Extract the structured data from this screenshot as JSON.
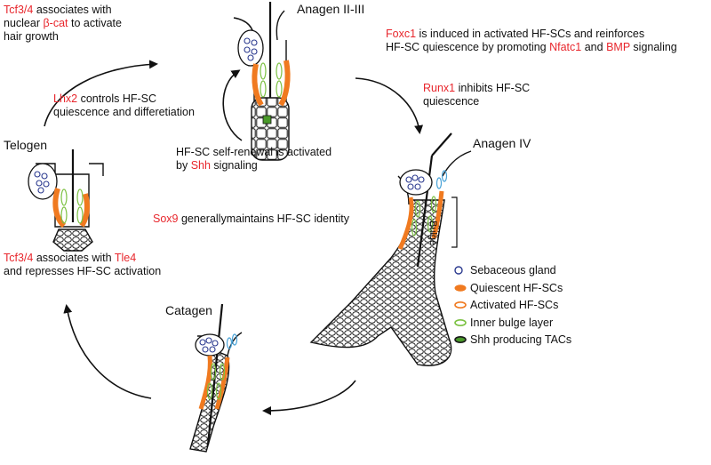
{
  "stages": {
    "anagen_2_3": "Anagen II-III",
    "telogen": "Telogen",
    "anagen_4": "Anagen IV",
    "catagen": "Catagen"
  },
  "annotations": {
    "tcf_active": [
      [
        {
          "t": "Tcf3/4",
          "red": true
        },
        {
          "t": " associates with",
          "red": false
        }
      ],
      [
        {
          "t": "nuclear ",
          "red": false
        },
        {
          "t": "β-cat",
          "red": true
        },
        {
          "t": " to activate",
          "red": false
        }
      ],
      [
        {
          "t": "hair growth",
          "red": false
        }
      ]
    ],
    "lhx2": [
      [
        {
          "t": "Lhx2",
          "red": true
        },
        {
          "t": " controls HF-SC",
          "red": false
        }
      ],
      [
        {
          "t": "quiescence and differetiation",
          "red": false
        }
      ]
    ],
    "shh": [
      [
        {
          "t": "HF-SC self-renewal is activated",
          "red": false
        }
      ],
      [
        {
          "t": "by ",
          "red": false
        },
        {
          "t": "Shh",
          "red": true
        },
        {
          "t": " signaling",
          "red": false
        }
      ]
    ],
    "foxc1": [
      [
        {
          "t": "Foxc1",
          "red": true
        },
        {
          "t": " is induced in activated HF-SCs and reinforces",
          "red": false
        }
      ],
      [
        {
          "t": "HF-SC quiescence by promoting ",
          "red": false
        },
        {
          "t": "Nfatc1",
          "red": true
        },
        {
          "t": " and ",
          "red": false
        },
        {
          "t": "BMP",
          "red": true
        },
        {
          "t": " signaling",
          "red": false
        }
      ]
    ],
    "runx1": [
      [
        {
          "t": "Runx1",
          "red": true
        },
        {
          "t": " inhibits HF-SC",
          "red": false
        }
      ],
      [
        {
          "t": "quiescence",
          "red": false
        }
      ]
    ],
    "sox9": [
      [
        {
          "t": "Sox9",
          "red": true
        },
        {
          "t": " generallymaintains HF-SC identity",
          "red": false
        }
      ]
    ],
    "tle4": [
      [
        {
          "t": "Tcf3/4",
          "red": true
        },
        {
          "t": " associates with ",
          "red": false
        },
        {
          "t": "Tle4",
          "red": true
        }
      ],
      [
        {
          "t": "and represses HF-SC activation",
          "red": false
        }
      ]
    ]
  },
  "bulge_label": "Bulge",
  "legend": [
    {
      "label": "Sebaceous gland",
      "swatch": "sebaceous",
      "stroke": "#2b3a8f",
      "fill": "#ffffff"
    },
    {
      "label": "Quiescent HF-SCs",
      "swatch": "quiescent",
      "stroke": "#f07a20",
      "fill": "#f07a20"
    },
    {
      "label": "Activated HF-SCs",
      "swatch": "activated",
      "stroke": "#f07a20",
      "fill": "#ffffff"
    },
    {
      "label": "Inner bulge layer",
      "swatch": "inner",
      "stroke": "#7bc142",
      "fill": "#ffffff"
    },
    {
      "label": "Shh producing TACs",
      "swatch": "shh",
      "stroke": "#1a1a1a",
      "fill": "#4a9a2a"
    }
  ],
  "colors": {
    "gene": "#e8262c",
    "quiescent": "#f07a20",
    "inner": "#7bc142",
    "sebaceous": "#2b3a8f",
    "activated_bulge": "#4aa3d8",
    "shh_tac": "#4a9a2a"
  }
}
